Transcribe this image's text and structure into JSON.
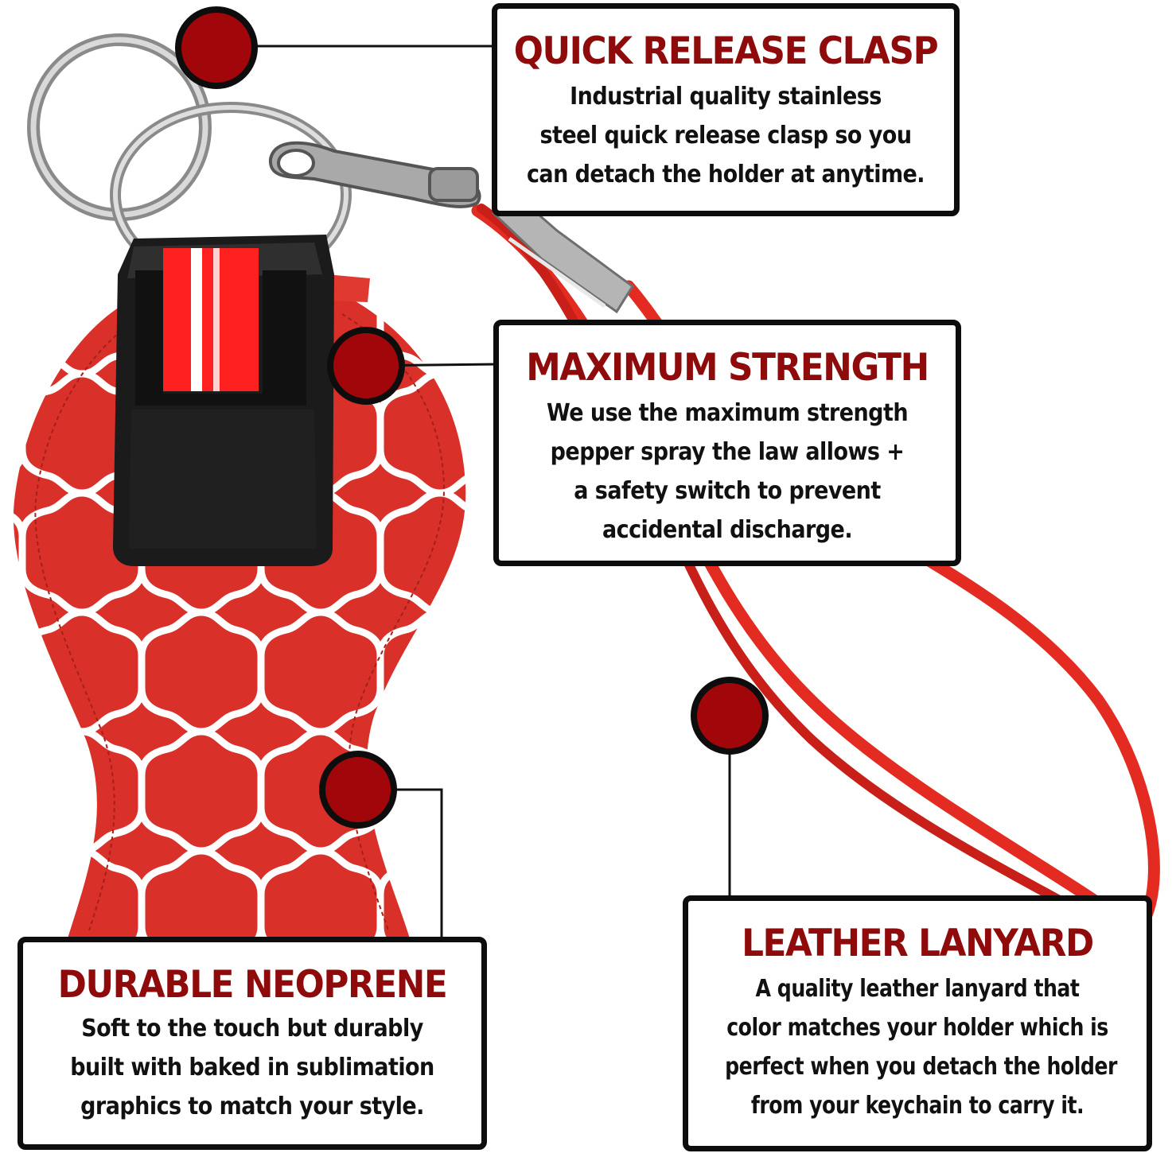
{
  "colors": {
    "accent": "#8f0a0a",
    "neoprene": "#d9302a",
    "pattern": "#ffffff",
    "lanyard": "#e32b22",
    "holder": "#1a1a1a",
    "canister": "#ff1f1f",
    "box_border": "#0d0d0d"
  },
  "callouts": {
    "quick_release": {
      "title": "QUICK RELEASE CLASP",
      "lines": [
        "Industrial quality stainless",
        "steel quick release clasp so you",
        "can detach the holder at anytime."
      ]
    },
    "max_strength": {
      "title": "MAXIMUM STRENGTH",
      "lines": [
        "We use the maximum strength",
        "pepper spray the law allows +",
        "a safety switch to prevent",
        "accidental discharge."
      ]
    },
    "neoprene": {
      "title": "DURABLE NEOPRENE",
      "lines": [
        "Soft to the touch but durably",
        "built with baked in sublimation",
        "graphics to match your style."
      ]
    },
    "lanyard": {
      "title": "LEATHER LANYARD",
      "lines": [
        "A quality leather lanyard that",
        "color matches your holder which is",
        "perfect when you detach the holder",
        "from your keychain to carry it."
      ]
    }
  }
}
